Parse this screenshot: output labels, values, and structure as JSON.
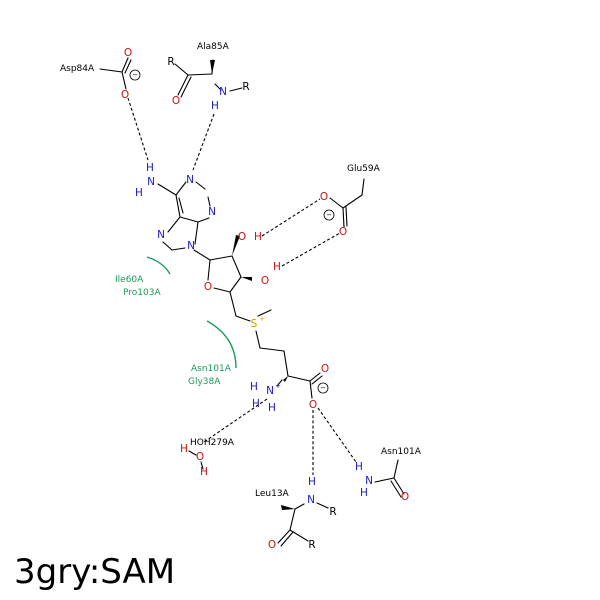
{
  "title": "3gry:SAM",
  "colors": {
    "nitrogen": "#1a1acc",
    "oxygen": "#cc1111",
    "sulfur": "#c8a000",
    "residue": "#1a9a5a",
    "bond": "#000000"
  },
  "atoms": {
    "N": "N",
    "O": "O",
    "H": "H",
    "S": "S",
    "R": "R",
    "N_plus": "+",
    "S_plus": "+",
    "minus": "−"
  },
  "residues": {
    "asp84": "Asp84A",
    "ala85": "Ala85A",
    "glu59": "Glu59A",
    "ile60": "Ile60A",
    "pro103": "Pro103A",
    "asn101_hydrophobic": "Asn101A",
    "gly38": "Gly38A",
    "hoh279": "HOH279A",
    "asn101": "Asn101A",
    "leu13": "Leu13A"
  }
}
